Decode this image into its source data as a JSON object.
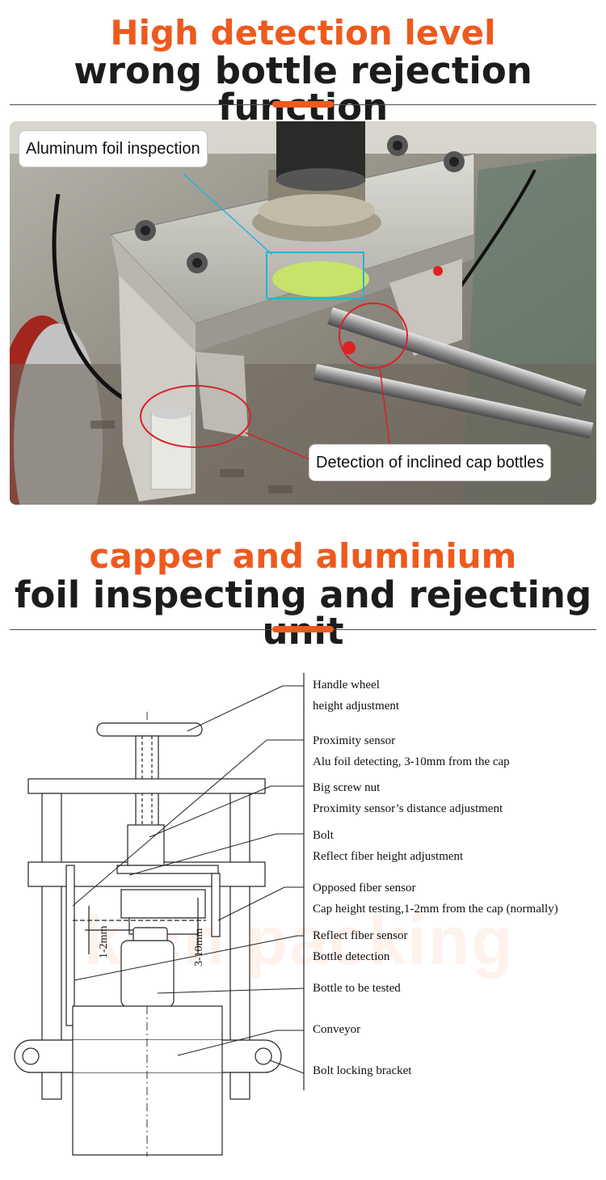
{
  "section1": {
    "title_accent": "High detection level",
    "title_main": "wrong bottle rejection function"
  },
  "photo": {
    "callout_top": "Aluminum foil inspection",
    "callout_bottom": "Detection of inclined cap bottles"
  },
  "section2": {
    "title_accent": "capper and aluminium",
    "title_main": "foil inspecting and rejecting unit"
  },
  "diagram": {
    "labels": [
      {
        "line1": "Handle wheel",
        "line2": "height adjustment"
      },
      {
        "line1": "Proximity sensor",
        "line2": "Alu foil detecting, 3-10mm from the cap"
      },
      {
        "line1": "Big screw nut",
        "line2": "Proximity sensor’s distance adjustment"
      },
      {
        "line1": "Bolt",
        "line2": "Reflect fiber height adjustment"
      },
      {
        "line1": "Opposed fiber sensor",
        "line2": "Cap height testing,1-2mm from the cap (normally)"
      },
      {
        "line1": "Reflect fiber sensor",
        "line2": "Bottle detection"
      },
      {
        "line1": "Bottle to be tested",
        "line2": ""
      },
      {
        "line1": "Conveyor",
        "line2": ""
      },
      {
        "line1": "Bolt locking bracket",
        "line2": ""
      }
    ],
    "dim_left": "1-2mm",
    "dim_right": "3-10mm",
    "watermark": "kich packing"
  },
  "colors": {
    "accent": "#ee5a1e",
    "text": "#1c1c1c",
    "rule": "#4d4d4d"
  }
}
